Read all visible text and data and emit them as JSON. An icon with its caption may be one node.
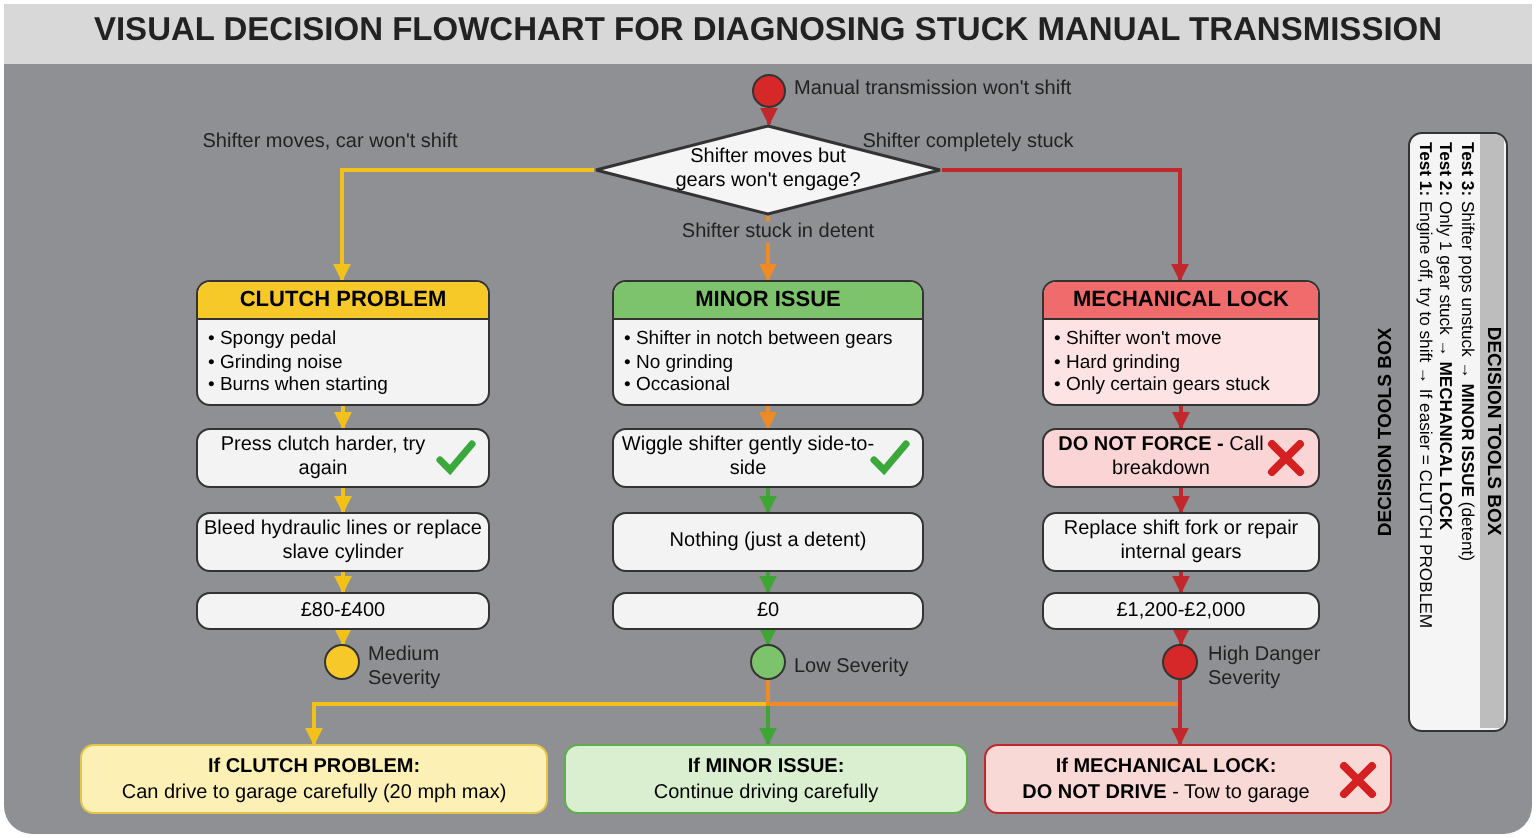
{
  "diagram": {
    "title": "VISUAL DECISION FLOWCHART FOR DIAGNOSING STUCK MANUAL TRANSMISSION",
    "nodes": [
      {
        "text": [],
        "shape": "circle",
        "beside": [
          "Manual transmission won't shift"
        ]
      },
      {
        "text": [
          "Shifter moves but gears won't engage?"
        ]
      },
      {
        "text": [
          "CLUTCH PROBLEM",
          "• Spongy pedal",
          "• Grinding noise",
          "• Burns when starting"
        ]
      },
      {
        "text": [
          "Press clutch harder, try again"
        ]
      },
      {
        "text": [
          "Bleed hydraulic lines or replace slave cylinder"
        ]
      },
      {
        "text": [
          "£80-£400"
        ]
      },
      {
        "text": [],
        "shape": "circle",
        "beside": [
          "Medium Severity"
        ]
      },
      {
        "text": [
          "MINOR ISSUE",
          "• Shifter in notch between gears",
          "• No grinding",
          "• Occasional"
        ]
      },
      {
        "text": [
          "Wiggle shifter gently side-to-side"
        ]
      },
      {
        "text": [
          "Nothing (just a detent)"
        ]
      },
      {
        "text": [
          "£0"
        ]
      },
      {
        "text": [],
        "shape": "circle",
        "beside": [
          "Low Severity"
        ]
      },
      {
        "text": [
          "MECHANICAL LOCK",
          "• Shifter won't move",
          "• Hard grinding",
          "• Only certain gears stuck"
        ]
      },
      {
        "text": [
          "**DO NOT FORCE -** Call breakdown"
        ]
      },
      {
        "text": [
          "Replace shift fork or repair internal gears"
        ]
      },
      {
        "text": [
          "£1,200-£2,000"
        ]
      },
      {
        "text": [],
        "shape": "circle",
        "beside": [
          "High Danger Severity"
        ]
      },
      {
        "text": [
          "If CLUTCH PROBLEM:",
          "Can drive to garage carefully (20 mph max)"
        ]
      },
      {
        "text": [
          "If MINOR ISSUE:",
          "Continue driving carefully"
        ]
      },
      {
        "text": [
          "If MECHANICAL LOCK:",
          "**DO NOT DRIVE** - Tow to garage"
        ]
      },
      {
        "text": [
          "DECISION TOOLS BOX",
          "**Test 1:** Engine off, try to shift → If easier = CLUTCH PROBLEM",
          "**Test 2:** Only 1 gear stuck → **MECHANICAL LOCK**",
          "**Test 3:** Shifter pops unstuck → **MINOR ISSUE** (detent)"
        ]
      }
    ],
    "edges": [
      {
        "from": 0,
        "to": 1,
        "arrow": "to",
        "color": "#c0282d"
      },
      {
        "from": 1,
        "to": 2,
        "arrow": "to",
        "label": "Shifter moves, car won't shift",
        "color": "#f2c21b"
      },
      {
        "from": 1,
        "to": 7,
        "arrow": "to",
        "label": "Shifter stuck in detent",
        "color": "#f08a24"
      },
      {
        "from": 1,
        "to": 12,
        "arrow": "to",
        "label": "Shifter completely stuck",
        "color": "#c0282d"
      },
      {
        "from": 2,
        "to": 3,
        "arrow": "to",
        "color": "#f2c21b"
      },
      {
        "from": 3,
        "to": 4,
        "arrow": "to",
        "color": "#f2c21b"
      },
      {
        "from": 4,
        "to": 5,
        "arrow": "to",
        "color": "#f2c21b"
      },
      {
        "from": 5,
        "to": 6,
        "arrow": "to",
        "color": "#f2c21b"
      },
      {
        "from": 7,
        "to": 8,
        "arrow": "to",
        "color": "#f08a24"
      },
      {
        "from": 8,
        "to": 9,
        "arrow": "to",
        "color": "#3fa535"
      },
      {
        "from": 9,
        "to": 10,
        "arrow": "to",
        "color": "#3fa535"
      },
      {
        "from": 10,
        "to": 11,
        "arrow": "to",
        "color": "#3fa535"
      },
      {
        "from": 12,
        "to": 13,
        "arrow": "to",
        "color": "#c0282d"
      },
      {
        "from": 13,
        "to": 14,
        "arrow": "to",
        "color": "#c0282d"
      },
      {
        "from": 14,
        "to": 15,
        "arrow": "to",
        "color": "#c0282d"
      },
      {
        "from": 15,
        "to": 16,
        "arrow": "to",
        "color": "#c0282d"
      },
      {
        "from": 11,
        "to": 17,
        "arrow": "to",
        "color": "#f2c21b"
      },
      {
        "from": 11,
        "to": 18,
        "arrow": "to",
        "color": "#3fa535"
      },
      {
        "from": 11,
        "to": 19,
        "arrow": "to",
        "color": "#f08a24"
      },
      {
        "from": 16,
        "to": 19,
        "arrow": "to",
        "color": "#c0282d"
      }
    ],
    "labels": [
      "DECISION TOOLS BOX"
    ]
  }
}
